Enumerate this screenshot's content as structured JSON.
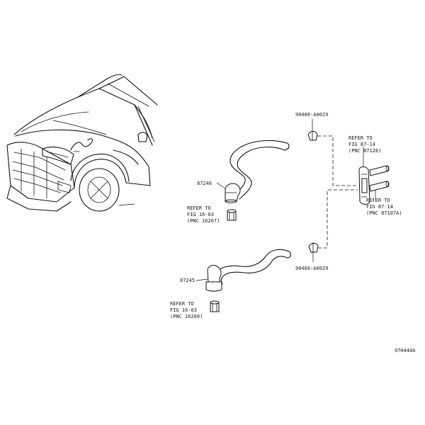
{
  "labels": {
    "clip_upper": "90466-A0029",
    "clip_lower": "90466-A0029",
    "hose_upper": "87246",
    "hose_lower": "87245",
    "ref_upper_left": [
      "REFER TO",
      "FIG 16-03",
      "(PNC 16207)"
    ],
    "ref_lower_left": [
      "REFER TO",
      "FIG 16-03",
      "(PNC 16260)"
    ],
    "ref_right_top": [
      "REFER TO",
      "FIG 87-14",
      "(PNC 87128)"
    ],
    "ref_right_bottom": [
      "REFER TO",
      "FIG 87-14",
      "(PNC 87107A)"
    ],
    "figure_code": "97H440A"
  }
}
